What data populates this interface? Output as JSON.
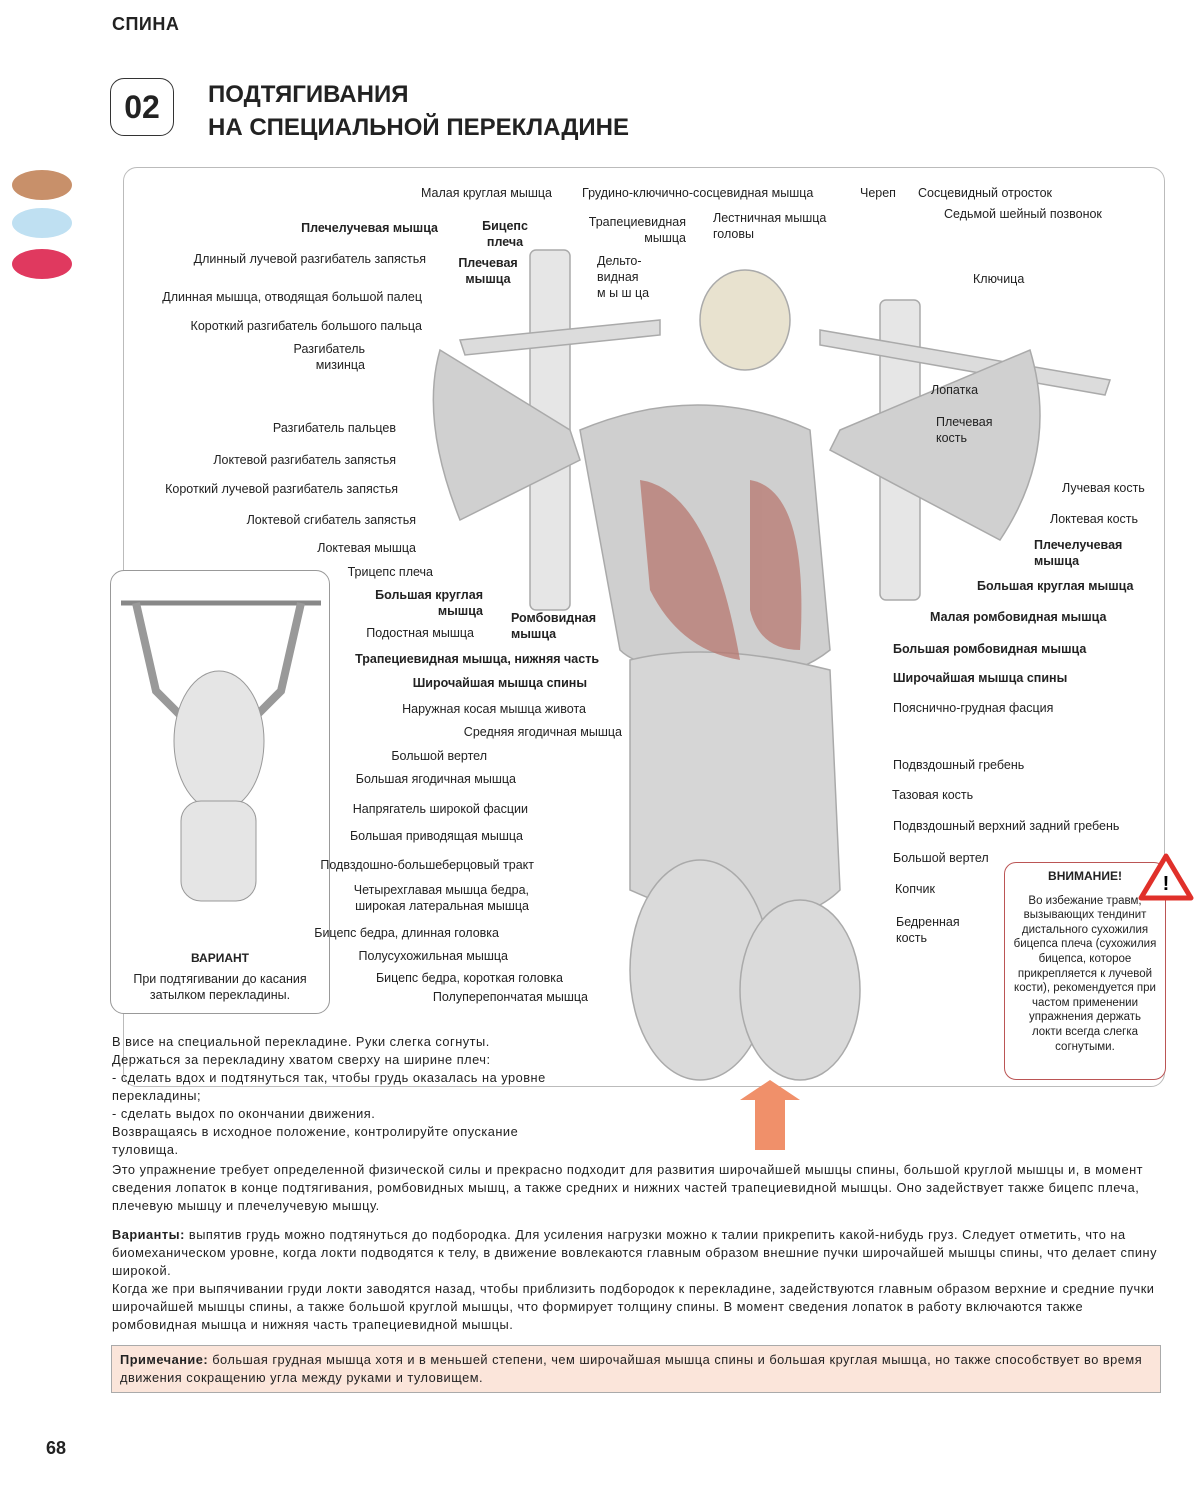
{
  "section": "СПИНА",
  "exercise_number": "02",
  "title_line1": "ПОДТЯГИВАНИЯ",
  "title_line2": "НА СПЕЦИАЛЬНОЙ ПЕРЕКЛАДИНЕ",
  "legend_colors": [
    "#c8906a",
    "#bfe0f2",
    "#e0395f"
  ],
  "labels": [
    "Малая круглая мышца",
    "Плечелучевая мышца",
    "Бицепс\nплеча",
    "Длинный лучевой разгибатель запястья",
    "Плечевая\nмышца",
    "Длинная мышца, отводящая большой палец",
    "Короткий разгибатель большого пальца",
    "Разгибатель\nмизинца",
    "Разгибатель пальцев",
    "Локтевой разгибатель запястья",
    "Короткий лучевой разгибатель запястья",
    "Локтевой сгибатель запястья",
    "Локтевая мышца",
    "Трицепс плеча",
    "Большая круглая\nмышца",
    "Ромбовидная\nмышца",
    "Подостная мышца",
    "Трапециевидная мышца, нижняя часть",
    "Широчайшая мышца спины",
    "Наружная косая мышца живота",
    "Средняя ягодичная мышца",
    "Большой вертел",
    "Большая ягодичная мышца",
    "Напрягатель широкой фасции",
    "Большая приводящая мышца",
    "Подвздошно-большеберцовый тракт",
    "Четырехглавая мышца бедра,\nширокая латеральная мышца",
    "Бицепс бедра, длинная головка",
    "Полусухожильная мышца",
    "Бицепс бедра, короткая головка",
    "Полуперепончатая мышца",
    "Грудино-ключично-сосцевидная мышца",
    "Трапециевидная\nмышца",
    "Дельто-\nвидная\nм ы ш ца",
    "Лестничная мышца\nголовы",
    "Череп",
    "Сосцевидный отросток",
    "Седьмой шейный позвонок",
    "Ключица",
    "Лопатка",
    "Плечевая\nкость",
    "Лучевая кость",
    "Локтевая кость",
    "Плечелучевая\nмышца",
    "Большая круглая мышца",
    "Малая ромбовидная мышца",
    "Большая ромбовидная мышца",
    "Широчайшая мышца спины",
    "Пояснично-грудная фасция",
    "Подвздошный гребень",
    "Тазовая кость",
    "Подвздошный верхний задний гребень",
    "Большой вертел",
    "Копчик",
    "Бедренная\nкость"
  ],
  "variant": {
    "title": "ВАРИАНТ",
    "description": "При подтягивании до касания затылком перекладины."
  },
  "warning": {
    "title": "ВНИМАНИЕ!",
    "text": "Во избежание травм, вызывающих тендинит дистального сухожилия бицепса плеча (сухожилия бицепса, которое прикрепляется к лучевой кости), рекомендуется при частом применении упражнения держать локти всегда слегка согнутыми."
  },
  "intro": [
    "В висе на специальной перекладине. Руки слегка согнуты.",
    "Держаться за перекладину хватом сверху на ширине плеч:",
    "- сделать вдох и подтянуться так, чтобы грудь оказалась на уровне перекладины;",
    "- сделать выдох по окончании движения.",
    "Возвращаясь в исходное положение, контролируйте опускание туловища."
  ],
  "body1": "Это упражнение требует определенной физической силы и прекрасно подходит для развития широчайшей мышцы спины, большой круглой мышцы и, в момент сведения лопаток в конце подтягивания, ромбовидных мышц, а также средних и нижних частей трапециевидной мышцы. Оно задействует также бицепс плеча, плечевую мышцу и плечелучевую мышцу.",
  "variants_label": "Варианты:",
  "variants_text": " выпятив грудь можно подтянуться до подбородка. Для усиления нагрузки можно к талии прикрепить какой-нибудь груз. Следует отметить, что на биомеханическом уровне, когда локти подводятся к телу, в движение вовлекаются главным образом внешние пучки широчайшей мышцы спины, что делает спину широкой.",
  "variants_text2": "Когда же при выпячивании груди локти заводятся назад, чтобы приблизить подбородок к перекладине, задействуются главным образом верхние и средние пучки широчайшей мышцы спины, а также большой круглой мышцы, что формирует толщину спины. В момент сведения лопаток в работу включаются также ромбовидная мышца и нижняя часть трапециевидной мышцы.",
  "note_label": "Примечание:",
  "note_text": " большая грудная мышца хотя и в меньшей степени, чем широчайшая мышца спины и большая круглая мышца, но также способствует во время движения сокращению угла между руками и туловищем.",
  "page_number": "68"
}
